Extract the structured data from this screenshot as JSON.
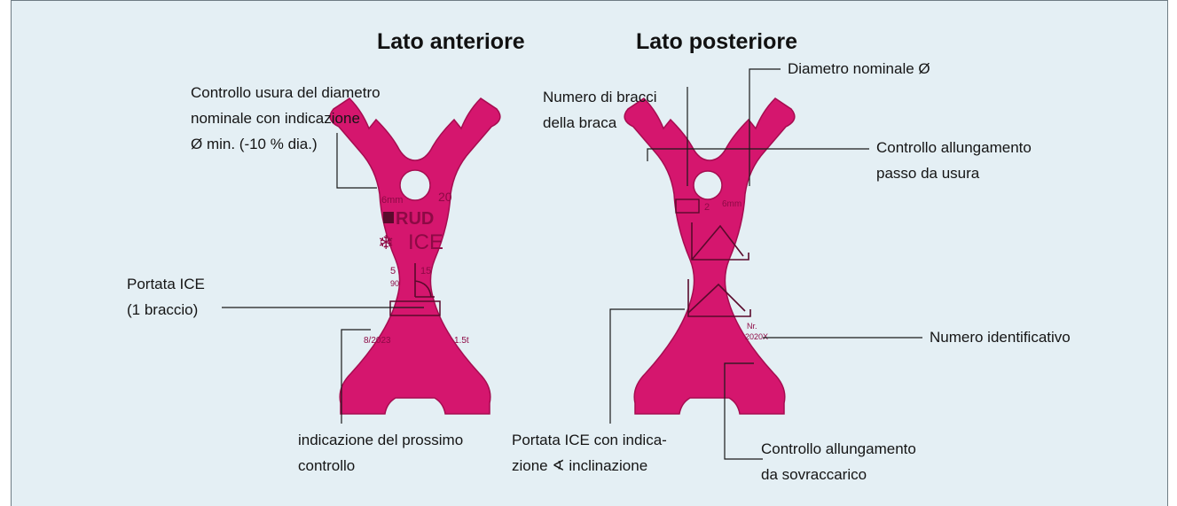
{
  "titles": {
    "front": "Lato anteriore",
    "back": "Lato posteriore"
  },
  "front_labels": {
    "wear_check": [
      "Controllo usura del diametro",
      "nominale con indicazione",
      "Ø min. (-10 % dia.)"
    ],
    "capacity": [
      "Portata ICE",
      "(1 braccio)"
    ],
    "next_inspection": [
      "indicazione del prossimo",
      "controllo"
    ]
  },
  "back_labels": {
    "legs": [
      "Numero di bracci",
      "della braca"
    ],
    "nominal_diameter": [
      "Diametro nominale Ø"
    ],
    "pitch_elongation": [
      "Controllo allungamento",
      "passo da usura"
    ],
    "id_number": [
      "Numero identificativo"
    ],
    "capacity_angle": [
      "Portata ICE con indica-",
      "zione ∢ inclinazione"
    ],
    "overload": [
      "Controllo allungamento",
      "da sovraccarico"
    ]
  },
  "tag_marks": {
    "front": {
      "brand": "RUD",
      "product": "ICE",
      "size": "20",
      "unit": "6mm",
      "row_left": "5",
      "row_right": "15",
      "row_small": "90",
      "foot_left": "8/2023",
      "foot_right": "1.5t"
    },
    "back": {
      "legs_count": "2",
      "unit": "6mm",
      "id_prefix": "Nr.",
      "id_value": "2020X"
    }
  },
  "colors": {
    "panel_bg": "#e4eff4",
    "tag_fill": "#d5166e",
    "tag_shade": "#a60c50",
    "line": "#1a1a1a"
  }
}
